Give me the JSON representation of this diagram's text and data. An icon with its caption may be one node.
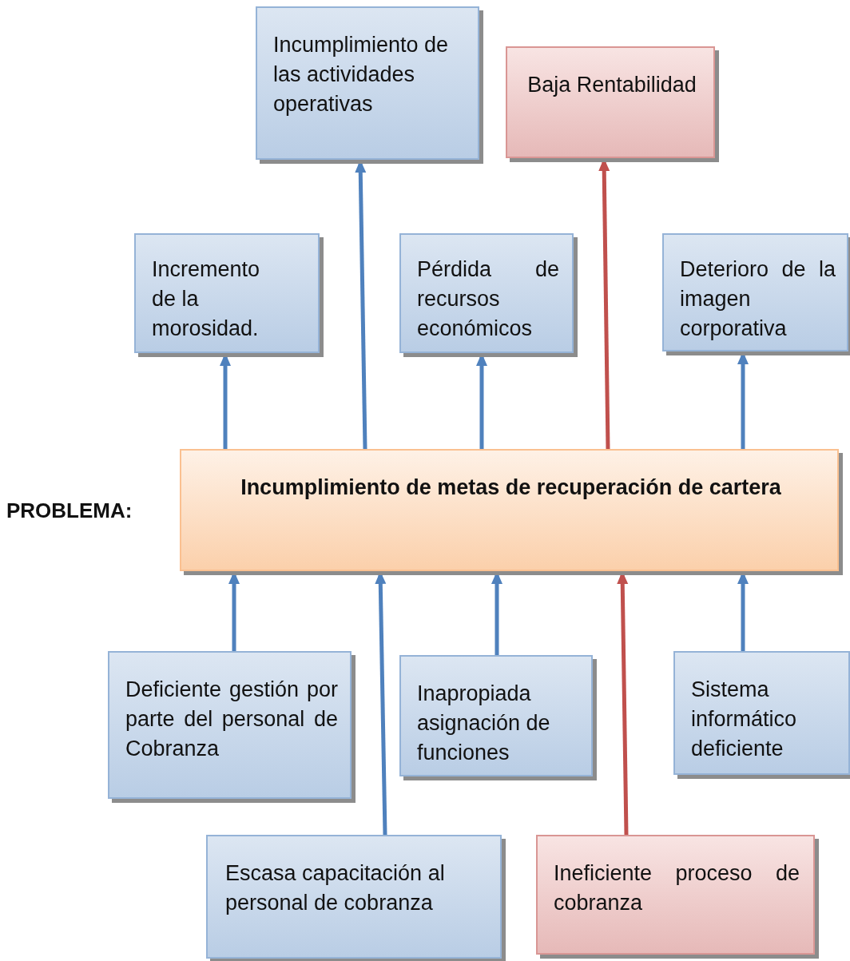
{
  "diagram": {
    "nodes": [
      {
        "text": [
          "Incumplimiento de las actividades operativas"
        ]
      },
      {
        "text": [
          "Baja Rentabilidad"
        ]
      },
      {
        "text": [
          "Incremento de la morosidad."
        ]
      },
      {
        "text": [
          "Pérdida de recursos económicos"
        ]
      },
      {
        "text": [
          "Deterioro de la imagen corporativa"
        ]
      },
      {
        "text": [
          "Incumplimiento de metas de recuperación de cartera"
        ],
        "beside": [
          "PROBLEMA:"
        ]
      },
      {
        "text": [
          "Deficiente gestión por parte del personal de Cobranza"
        ]
      },
      {
        "text": [
          "Inapropiada asignación de funciones"
        ]
      },
      {
        "text": [
          "Sistema informático deficiente"
        ]
      },
      {
        "text": [
          "Escasa capacitación al personal de cobranza"
        ]
      },
      {
        "text": [
          "Ineficiente proceso de cobranza"
        ]
      }
    ],
    "edges": [
      {
        "from": 5,
        "to": 2,
        "arrow": "to"
      },
      {
        "from": 5,
        "to": 0,
        "arrow": "to"
      },
      {
        "from": 5,
        "to": 3,
        "arrow": "to"
      },
      {
        "from": 5,
        "to": 1,
        "arrow": "to",
        "color": "#c0504d"
      },
      {
        "from": 5,
        "to": 4,
        "arrow": "to"
      },
      {
        "from": 6,
        "to": 5,
        "arrow": "to"
      },
      {
        "from": 9,
        "to": 5,
        "arrow": "to"
      },
      {
        "from": 7,
        "to": 5,
        "arrow": "to"
      },
      {
        "from": 10,
        "to": 5,
        "arrow": "to",
        "color": "#c0504d"
      },
      {
        "from": 8,
        "to": 5,
        "arrow": "to"
      }
    ]
  }
}
